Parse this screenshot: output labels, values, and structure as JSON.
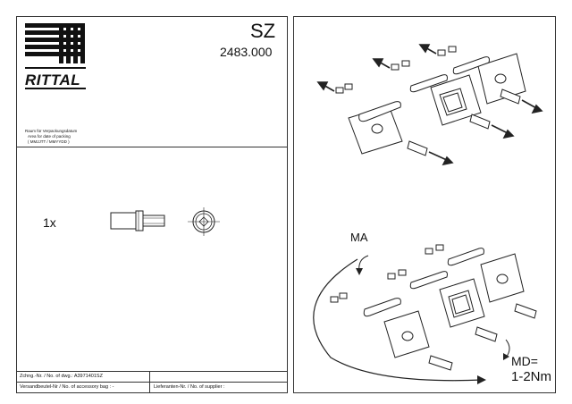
{
  "header": {
    "brand": "RITTAL",
    "product_code": "SZ",
    "article_number": "2483.000"
  },
  "packing_area": {
    "line1": "Raum für Verpackungsdatum",
    "line2": "Area for date of packing",
    "line3": "( MMJJTT / MMYYDD )"
  },
  "contents": {
    "quantity": "1x"
  },
  "footer": {
    "drawing_number": "Zchng.-Nr. / No. of dwg.: A3971401SZ",
    "accessory_bag": "Versandbeutel-Nr / No. of accessory bag : -",
    "supplier": "Lieferanten-Nr. / No. of supplier :"
  },
  "torque": {
    "ma_label": "MA",
    "md_label": "MD=",
    "md_value": "1-2Nm"
  },
  "icons": [
    "rittal-logo",
    "screw-side-view-icon",
    "screw-end-view-icon"
  ]
}
